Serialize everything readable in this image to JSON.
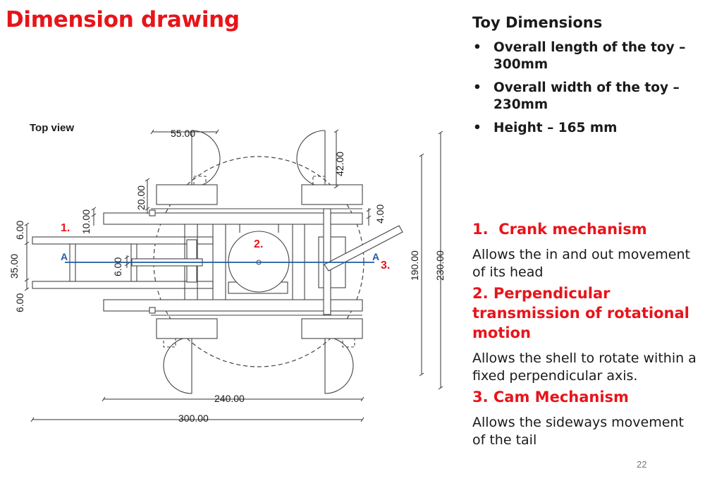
{
  "slide": {
    "title": "Dimension drawing",
    "page_number": "22"
  },
  "drawing": {
    "view_label": "Top view",
    "section_marker": "A",
    "dimensions": {
      "width_top": "55.00",
      "wheel": "42.00",
      "side_20": "20.00",
      "side_10": "10.00",
      "side_6a": "6.00",
      "side_35": "35.00",
      "side_6b": "6.00",
      "inner_6": "6.00",
      "right_4": "4.00",
      "height_190": "190.00",
      "height_230": "230.00",
      "len_240": "240.00",
      "len_300": "300.00"
    },
    "markers": [
      "1.",
      "2.",
      "3."
    ]
  },
  "toy_dimensions": {
    "heading": "Toy Dimensions",
    "bullet": "•",
    "items": [
      "Overall length of the toy – 300mm",
      "Overall width of the toy – 230mm",
      "Height – 165 mm"
    ]
  },
  "mechanisms": [
    {
      "number": "1.",
      "title": "Crank mechanism",
      "description": "Allows the in and out movement of its head"
    },
    {
      "title": "2. Perpendicular transmission of rotational motion",
      "description": "Allows the shell to rotate within a fixed perpendicular axis."
    },
    {
      "title": "3. Cam Mechanism",
      "description": "Allows the sideways movement of the tail"
    }
  ],
  "colors": {
    "accent": "#e8141a",
    "section_line": "#1f5aa8",
    "text": "#1a1a1a",
    "line": "#333333"
  }
}
